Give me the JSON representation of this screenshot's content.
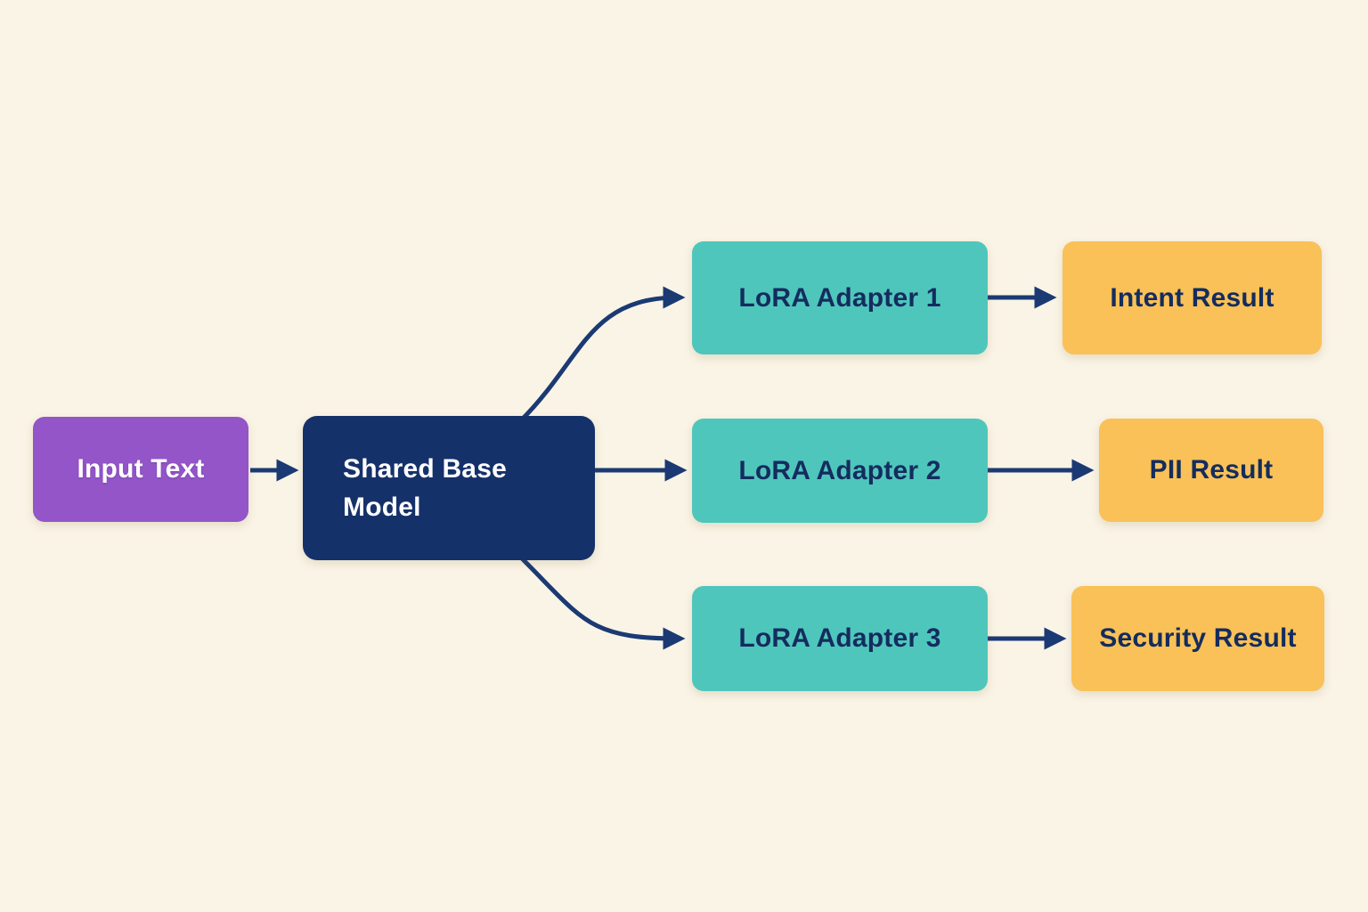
{
  "diagram": {
    "type": "flowchart",
    "nodes": {
      "input_text": {
        "label": "Input Text",
        "color": "#9355c8",
        "text_color": "#ffffff"
      },
      "shared_base_model": {
        "label": "Shared Base Model",
        "color": "#15316a",
        "text_color": "#ffffff"
      },
      "lora_adapter_1": {
        "label": "LoRA Adapter 1",
        "color": "#4fc6bc",
        "text_color": "#142c5e"
      },
      "lora_adapter_2": {
        "label": "LoRA Adapter 2",
        "color": "#4fc6bc",
        "text_color": "#142c5e"
      },
      "lora_adapter_3": {
        "label": "LoRA Adapter 3",
        "color": "#4fc6bc",
        "text_color": "#142c5e"
      },
      "intent_result": {
        "label": "Intent Result",
        "color": "#f9c157",
        "text_color": "#142c5e"
      },
      "pii_result": {
        "label": "PII Result",
        "color": "#f9c157",
        "text_color": "#142c5e"
      },
      "security_result": {
        "label": "Security Result",
        "color": "#f9c157",
        "text_color": "#142c5e"
      }
    },
    "edges": [
      {
        "from": "input_text",
        "to": "shared_base_model"
      },
      {
        "from": "shared_base_model",
        "to": "lora_adapter_1"
      },
      {
        "from": "shared_base_model",
        "to": "lora_adapter_2"
      },
      {
        "from": "shared_base_model",
        "to": "lora_adapter_3"
      },
      {
        "from": "lora_adapter_1",
        "to": "intent_result"
      },
      {
        "from": "lora_adapter_2",
        "to": "pii_result"
      },
      {
        "from": "lora_adapter_3",
        "to": "security_result"
      }
    ],
    "colors": {
      "background": "#faf4e6",
      "arrow": "#1b3a74"
    }
  }
}
